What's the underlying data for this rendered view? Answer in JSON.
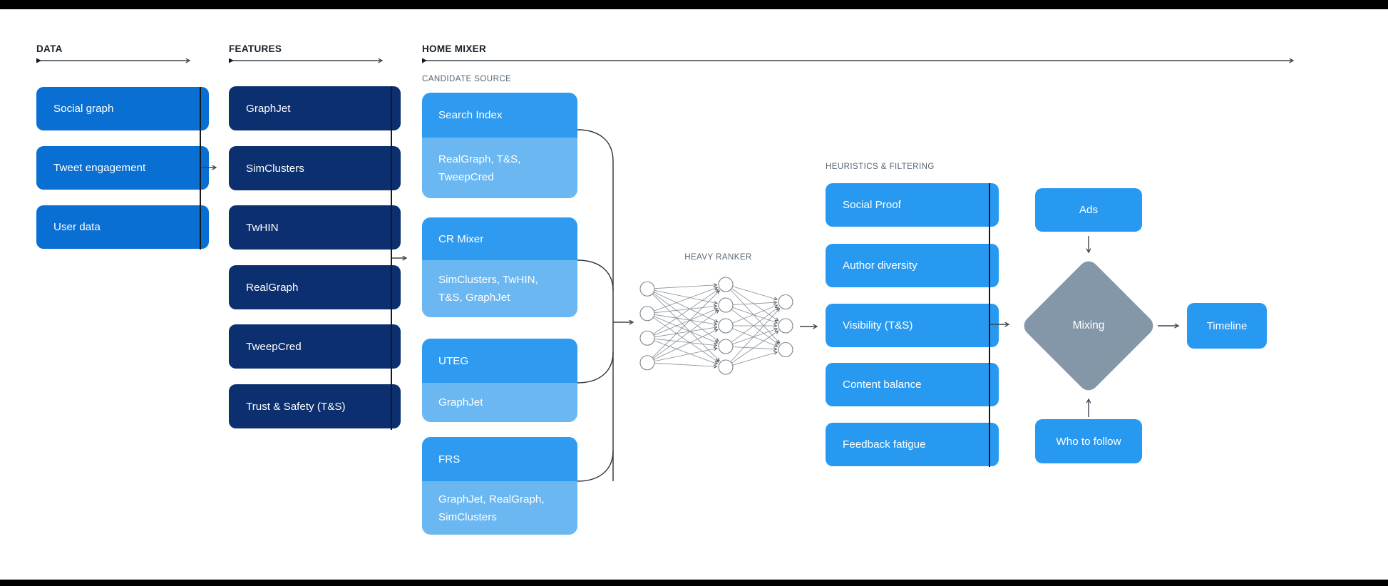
{
  "page": {
    "background": "#ffffff",
    "top_bar_color": "#000000",
    "bottom_bar_color": "#000000"
  },
  "colors": {
    "data_box_blue": "#0a6fd2",
    "feature_box_navy": "#0b2f6f",
    "candidate_top_blue": "#2e9bf0",
    "candidate_light_blue": "#6ab7f1",
    "right_stage_blue": "#2799f0",
    "mixing_diamond_gray": "#8497a9",
    "header_text": "#171f29",
    "subtitle_text": "#566573",
    "arrow_line": "#3c434b"
  },
  "sections": {
    "data": {
      "title": "DATA",
      "items": [
        {
          "label": "Social graph"
        },
        {
          "label": "Tweet engagement"
        },
        {
          "label": "User data"
        }
      ]
    },
    "features": {
      "title": "FEATURES",
      "items": [
        {
          "label": "GraphJet"
        },
        {
          "label": "SimClusters"
        },
        {
          "label": "TwHIN"
        },
        {
          "label": "RealGraph"
        },
        {
          "label": "TweepCred"
        },
        {
          "label": "Trust & Safety (T&S)"
        }
      ]
    },
    "home_mixer": {
      "title": "HOME MIXER",
      "candidate_source": {
        "title": "CANDIDATE SOURCE",
        "items": [
          {
            "title": "Search Index",
            "features_used": "RealGraph, T&S, TweepCred"
          },
          {
            "title": "CR Mixer",
            "features_used": "SimClusters, TwHIN, T&S, GraphJet"
          },
          {
            "title": "UTEG",
            "features_used": "GraphJet"
          },
          {
            "title": "FRS",
            "features_used": "GraphJet, RealGraph, SimClusters"
          }
        ]
      },
      "heavy_ranker": {
        "title": "HEAVY RANKER",
        "network_layers": [
          4,
          5,
          3
        ]
      },
      "heuristics": {
        "title": "HEURISTICS & FILTERING",
        "items": [
          {
            "label": "Social Proof"
          },
          {
            "label": "Author diversity"
          },
          {
            "label": "Visibility (T&S)"
          },
          {
            "label": "Content balance"
          },
          {
            "label": "Feedback fatigue"
          }
        ]
      },
      "mixing": {
        "ads_label": "Ads",
        "mixing_label": "Mixing",
        "who_to_follow_label": "Who to follow",
        "timeline_label": "Timeline"
      }
    }
  }
}
